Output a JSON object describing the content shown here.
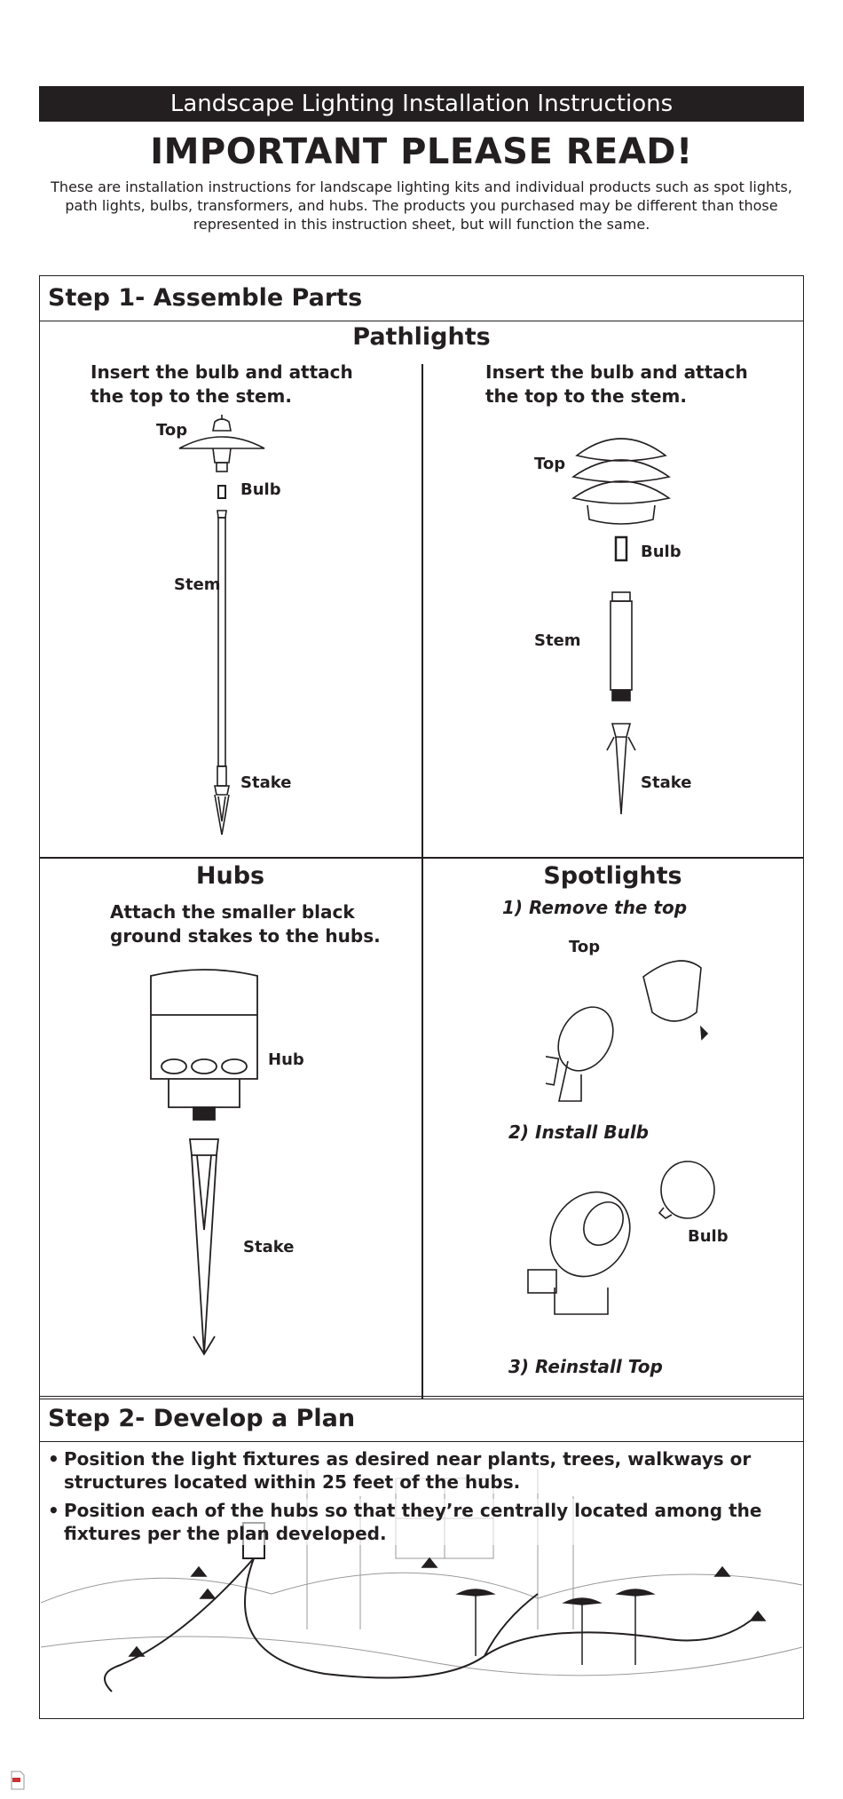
{
  "header": {
    "banner": "Landscape Lighting Installation Instructions",
    "headline": "IMPORTANT PLEASE READ!",
    "intro": "These are installation instructions for landscape lighting kits and individual products such as spot lights, path lights, bulbs, transformers, and hubs. The products you purchased may be different than those represented in this instruction sheet, but will function the same."
  },
  "step1": {
    "title": "Step 1- Assemble Parts",
    "pathlights": {
      "title": "Pathlights",
      "left": {
        "instruction": "Insert the bulb and attach the top to the stem.",
        "labels": {
          "top": "Top",
          "bulb": "Bulb",
          "stem": "Stem",
          "stake": "Stake"
        }
      },
      "right": {
        "instruction": "Insert the bulb and attach the top to the stem.",
        "labels": {
          "top": "Top",
          "bulb": "Bulb",
          "stem": "Stem",
          "stake": "Stake"
        }
      }
    },
    "hubs": {
      "title": "Hubs",
      "instruction": "Attach the smaller black ground stakes to the hubs.",
      "labels": {
        "hub": "Hub",
        "stake": "Stake"
      }
    },
    "spotlights": {
      "title": "Spotlights",
      "step_a": "1) Remove the top",
      "label_top": "Top",
      "step_b": "2) Install Bulb",
      "label_bulb": "Bulb",
      "step_c": "3) Reinstall Top"
    }
  },
  "step2": {
    "title": "Step 2- Develop a Plan",
    "bullets": [
      "Position the light fixtures as desired near plants, trees, walkways or structures located within 25 feet of the hubs.",
      "Position each of the hubs so that they’re centrally located among the fixtures per the plan developed."
    ]
  }
}
